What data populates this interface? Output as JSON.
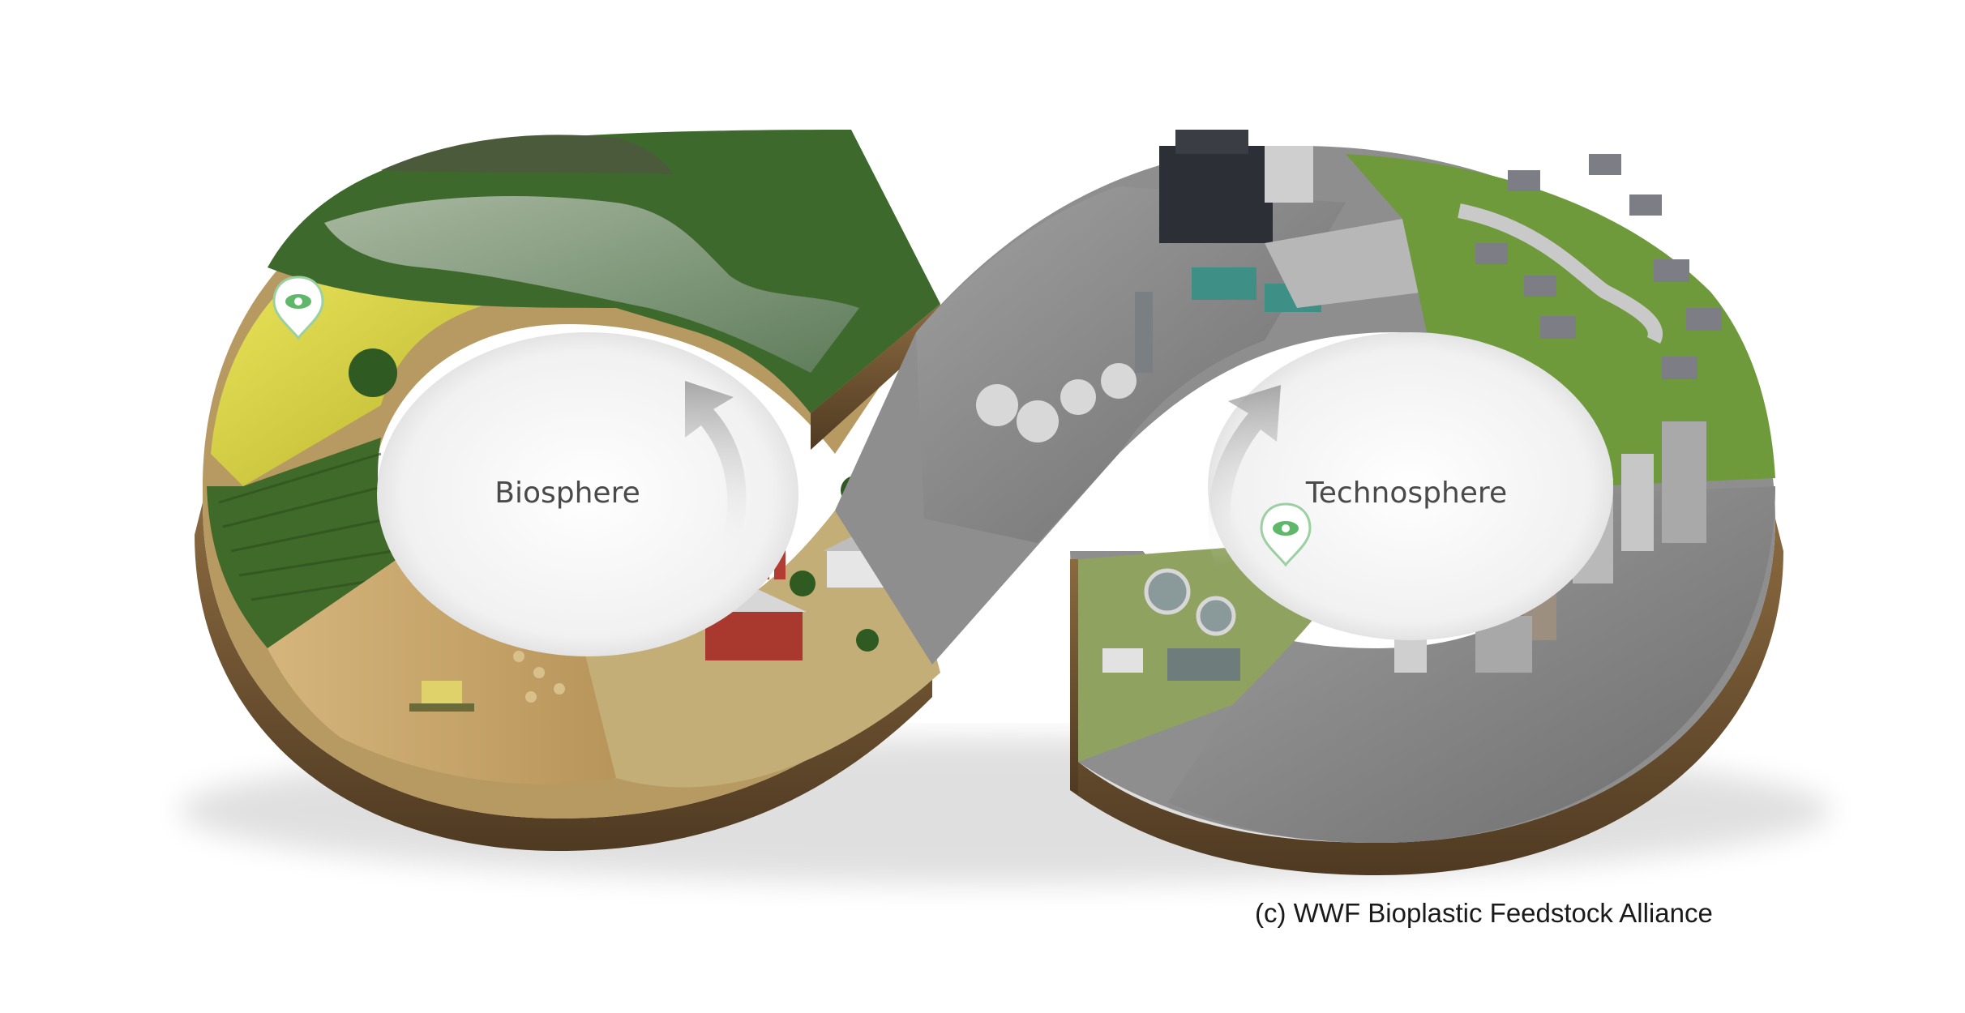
{
  "labels": {
    "biosphere": "Biosphere",
    "technosphere": "Technosphere"
  },
  "credit": "(c) WWF Bioplastic Feedstock Alliance",
  "markers": [
    {
      "name": "biosphere-view-marker",
      "icon": "eye-icon"
    },
    {
      "name": "technosphere-view-marker",
      "icon": "eye-icon"
    }
  ],
  "colors": {
    "soil": "#7a5a35",
    "soil_dark": "#4f3a22",
    "rapeseed": "#d8d23a",
    "corn": "#3f6a2a",
    "forest": "#3d6a2c",
    "water": "#7f9a7c",
    "wheat": "#c9a66b",
    "lawn": "#6e9a3c",
    "city": "#8a8a8a",
    "industry": "#9aa0a3",
    "marker": "#5fb86a"
  }
}
